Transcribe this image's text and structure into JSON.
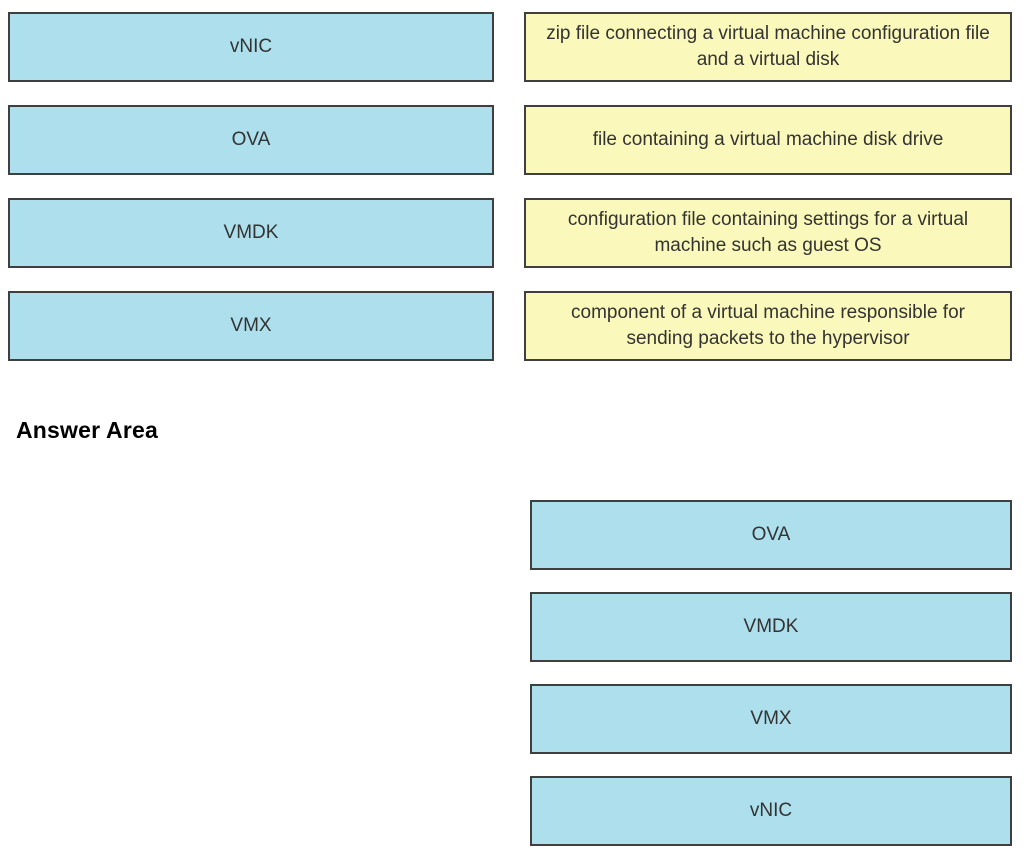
{
  "answer_area_label": "Answer Area",
  "colors": {
    "term_bg": "#ADE0EC",
    "definition_bg": "#FAF9BB",
    "border": "#3F3F3F",
    "text": "#333333"
  },
  "terms": [
    "vNIC",
    "OVA",
    "VMDK",
    "VMX"
  ],
  "definitions": [
    "zip file connecting a virtual machine configuration file and a virtual disk",
    "file containing a virtual machine disk drive",
    "configuration file containing settings for a virtual machine such as guest OS",
    "component of a virtual machine responsible for sending packets to the hypervisor"
  ],
  "answers": [
    "OVA",
    "VMDK",
    "VMX",
    "vNIC"
  ]
}
